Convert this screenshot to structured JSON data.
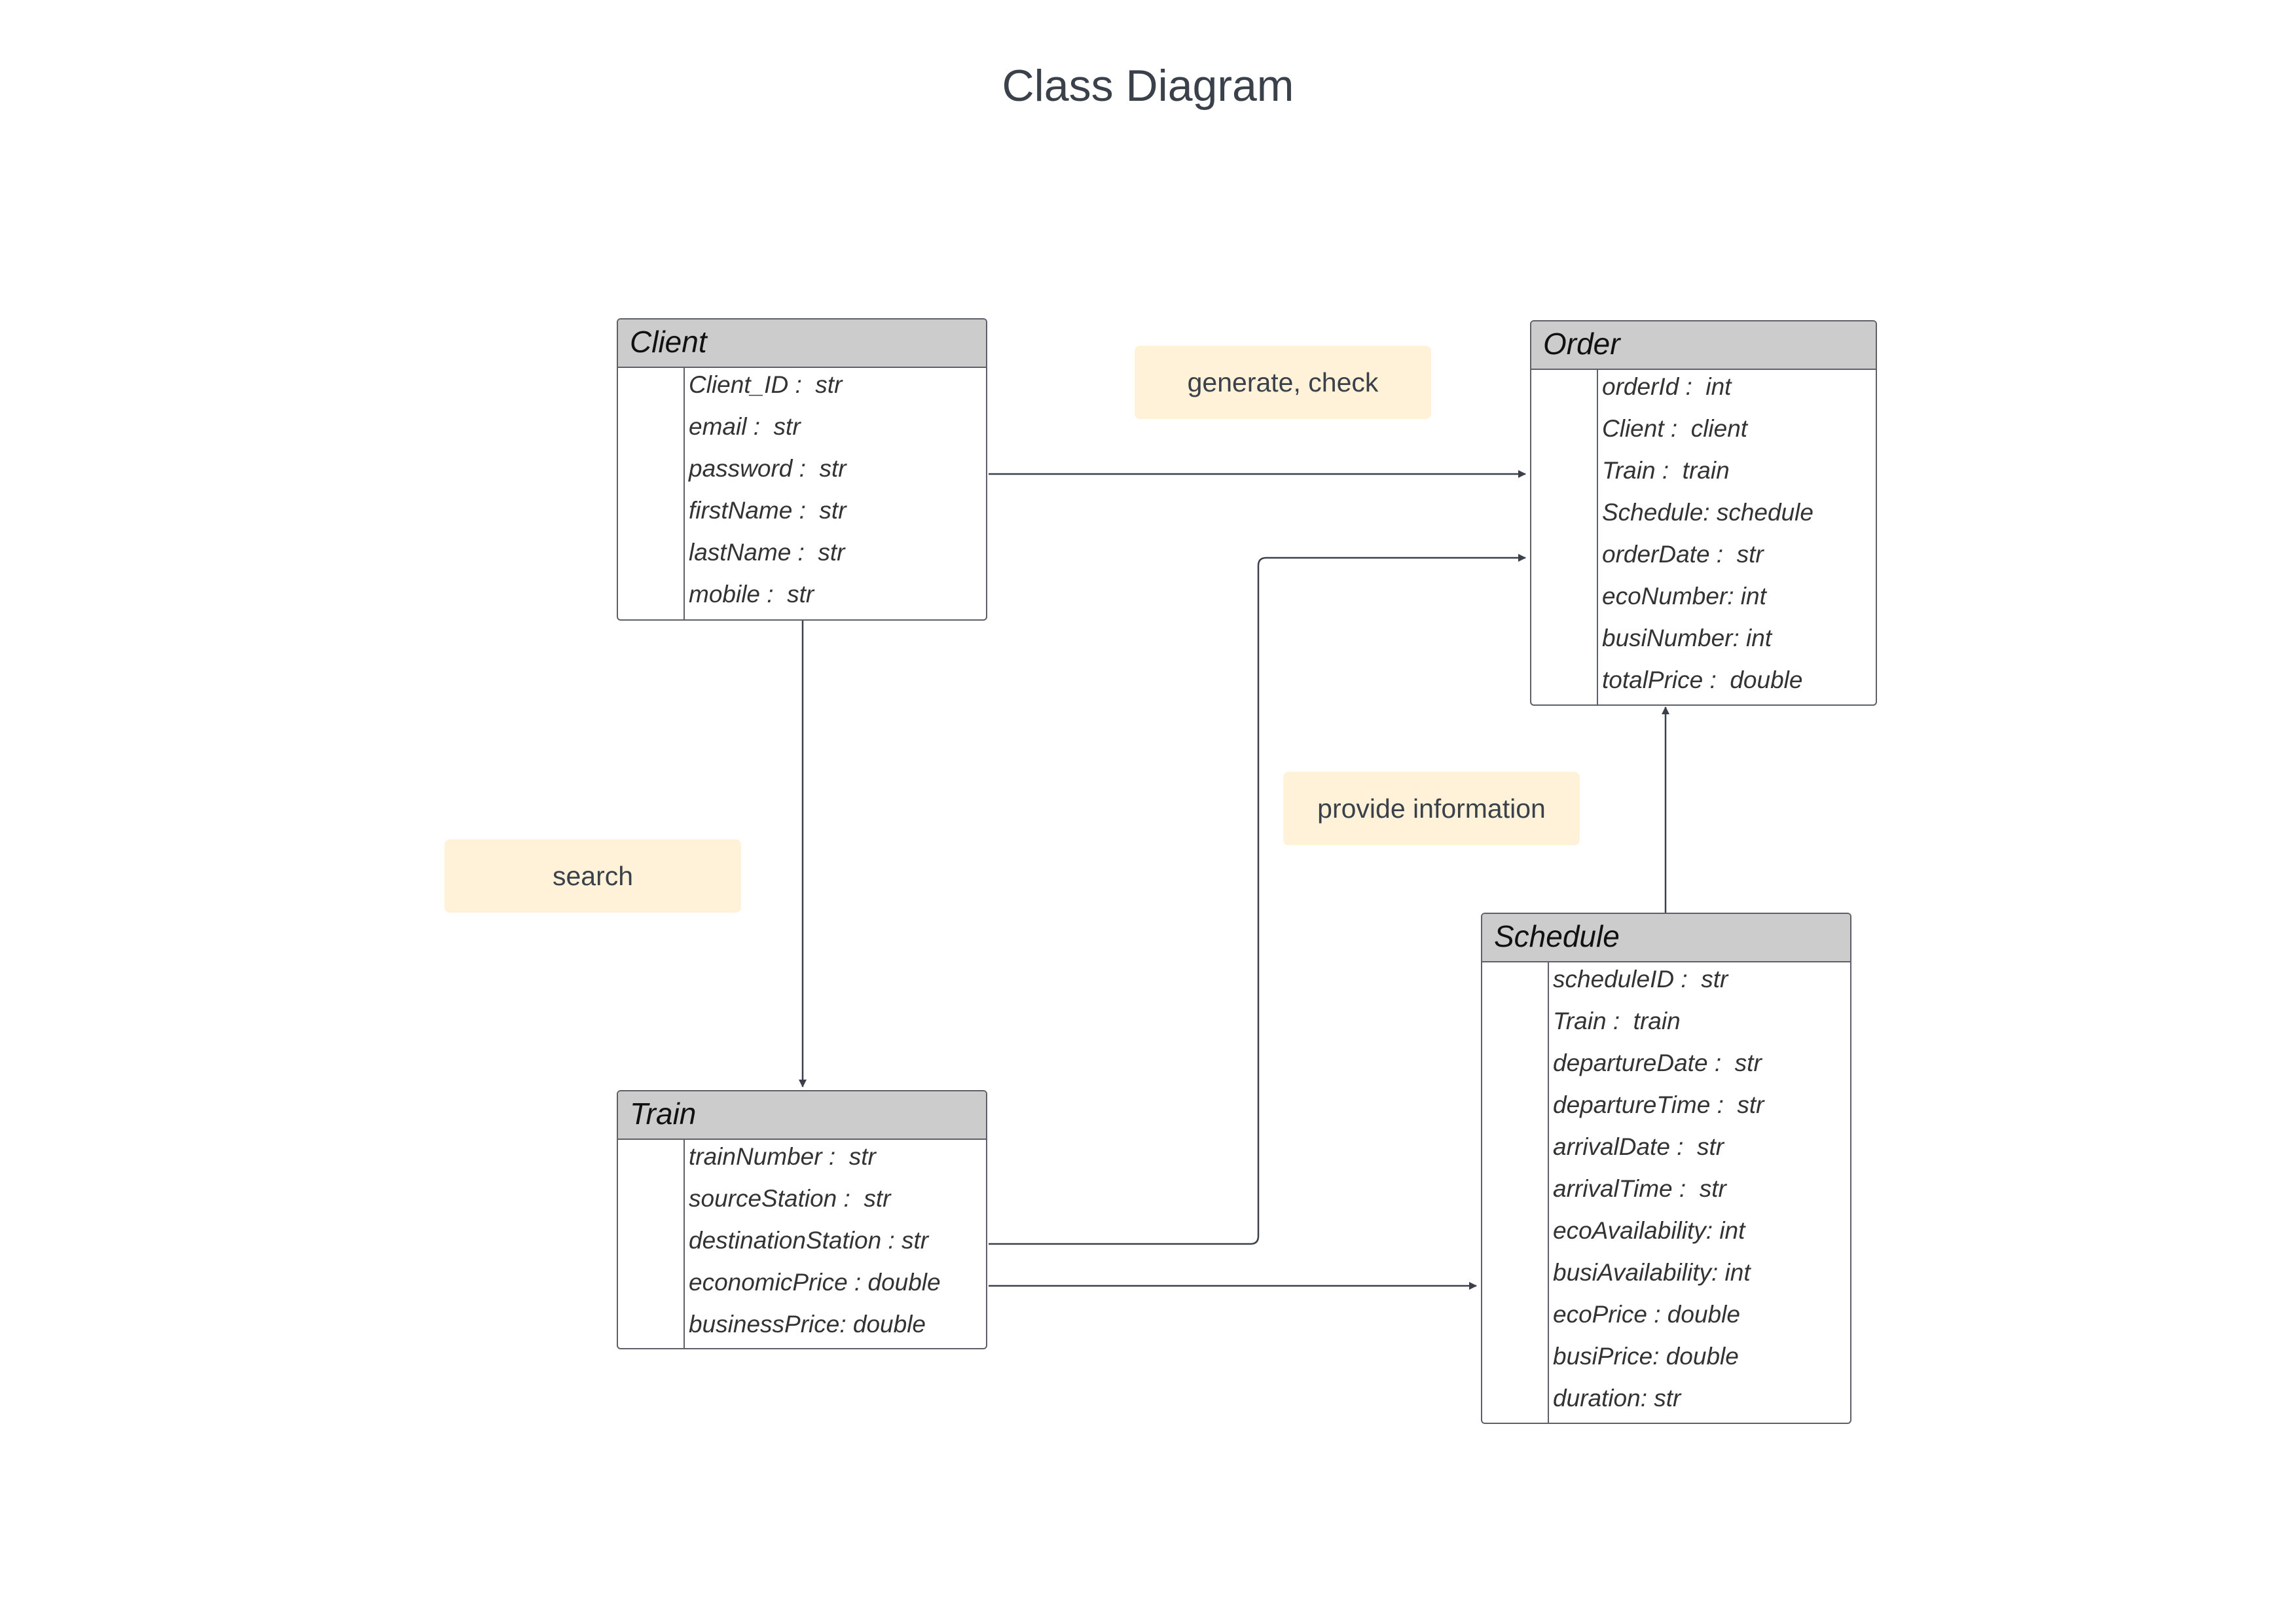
{
  "title": "Class Diagram",
  "classes": {
    "client": {
      "name": "Client",
      "attributes": [
        "Client_ID :  str",
        "email :  str",
        "password :  str",
        "firstName :  str",
        "lastName :  str",
        "mobile :  str"
      ]
    },
    "order": {
      "name": "Order",
      "attributes": [
        "orderId :  int",
        "Client :  client",
        "Train :  train",
        "Schedule: schedule",
        "orderDate :  str",
        "ecoNumber: int",
        "busiNumber: int",
        "totalPrice :  double"
      ]
    },
    "train": {
      "name": "Train",
      "attributes": [
        "trainNumber :  str",
        "sourceStation :  str",
        "destinationStation : str",
        "economicPrice : double",
        "businessPrice: double"
      ]
    },
    "schedule": {
      "name": "Schedule",
      "attributes": [
        "scheduleID :  str",
        "Train :  train",
        "departureDate :  str",
        "departureTime :  str",
        "arrivalDate :  str",
        "arrivalTime :  str",
        "ecoAvailability: int",
        "busiAvailability: int",
        "ecoPrice : double",
        "busiPrice: double",
        "duration: str"
      ]
    }
  },
  "notes": {
    "generate_check": "generate, check",
    "search": "search",
    "provide_information": "provide information"
  },
  "colors": {
    "header_fill": "#cccccc",
    "border": "#5d6167",
    "note_fill": "#fff2d9",
    "connector": "#3a414a"
  }
}
